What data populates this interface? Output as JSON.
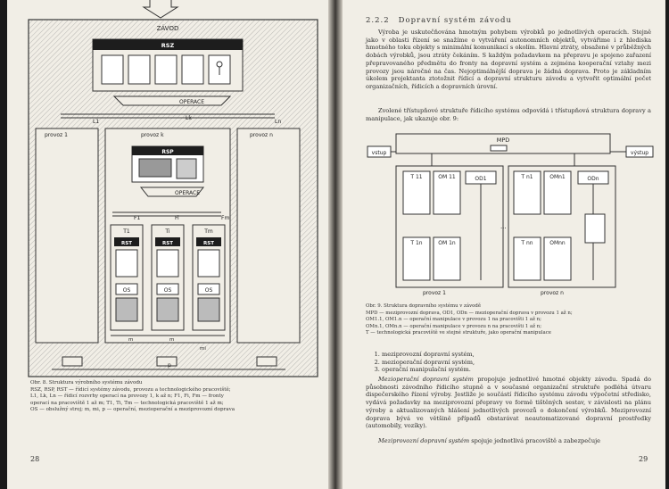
{
  "left_page": {
    "figure": {
      "title": "ZÁVOD",
      "rsz": "RSZ",
      "operace_top": "OPERACE",
      "l_labels": [
        "L1",
        "Lk",
        "Ln"
      ],
      "provoz_labels": [
        "provoz 1",
        "provoz  k",
        "provoz n"
      ],
      "rsp": "RSP",
      "operace_mid": "OPERACE",
      "f_labels": [
        "F1",
        "Fi",
        "Fm"
      ],
      "t_labels": [
        "T1",
        "Ti",
        "Tm"
      ],
      "rst": "RST",
      "os": "OS",
      "bottom_labels": [
        "m",
        "m",
        "mi",
        "p"
      ]
    },
    "caption_lines": [
      "Obr. 8. Struktura výrobního systému závodu",
      "RSZ, RSP, RST — řídicí systémy závodu, provozu a technologického pracoviště;",
      "L1, Lk, Ln — řídicí rozvrhy operací na provozy 1, k až n; F1, Fi, Fm — fronty",
      "operací na pracoviště 1 až m; T1, Ti, Tm — technologická pracoviště 1 až m;",
      "OS — obslužný stroj; m, mi, p — operační, mezioperační a meziprovozní doprava"
    ],
    "page_number": "28"
  },
  "right_page": {
    "section_number": "2.2.2",
    "section_title": "Dopravní systém závodu",
    "paragraphs": [
      "Výroba je uskutečňována hmotným pohybem výrobků po jednotlivých operacích. Stejně jako v oblasti řízení se snažíme o vytváření autonomních objektů, vytvářime i z hlediska hmotného toku objekty s minimální komunikací s okolím. Hlavní ztráty, obsažené v průběžných dobách výrobků, jsou ztráty čekáním. S každým požadavkem na přepravu je spojeno zařazení přepravovaného předmětu do fronty na dopravní systém a zejména kooperační vztahy mezi provozy jsou náročné na čas. Nejoptimálnější doprava je žádná doprava. Proto je základním úkolem projektanta ztotožnit řídicí a dopravní strukturu závodu a vytvořit optimální počet organizačních, řídicích a dopravních úrovní.",
      "Zvolené třístupňové struktuře řídicího systému odpovídá i třístupňová struktura dopravy a manipulace, jak ukazuje obr. 9:"
    ],
    "diagram": {
      "mpd": "MPD",
      "vstup": "vstup",
      "vystup": "výstup",
      "t_labels": [
        "T 11",
        "T 1n",
        "T n1",
        "T nn"
      ],
      "om_labels": [
        "OM 11",
        "OM 1n",
        "OMn1",
        "OMnn"
      ],
      "od_labels": [
        "OD1",
        "ODn"
      ],
      "ellipsis": "...",
      "provoz_labels": [
        "provoz 1",
        "provoz  n"
      ]
    },
    "caption_lines": [
      "Obr. 9. Struktura dopravního systému v závodě",
      "MPD — meziprovozní doprava, OD1, ODn — mezioperační doprava v provozu 1 až n;",
      "OM1.1, OM1.n — operační manipulace v provozu 1 na pracovišti 1 až n;",
      "OMn.1, OMn.n — operační manipulace v provozu n na pracovišti 1 až n;",
      "T — technologická pracoviště ve stejné struktuře, jako operační manipulace"
    ],
    "list": [
      "meziprovozní dopravní systém,",
      "mezioperační dopravní systém,",
      "operační manipulační systém."
    ],
    "para3_lead": "Mezioperační dopravní systém",
    "para3_rest": " propojuje jednotlivé hmotné objekty závodu. Spadá do působnosti závodního řídicího stupně a v současné organizační struktuře podléhá útvaru dispečerského řízení výroby. Jestliže je součástí řídicího systému závodu výpočetní středisko, vydává požadavky na meziprovozní přepravy ve formě tištěných sestav, v závislosti na plánu výroby a aktualizovaných hlášení jednotlivých provozů o dokončení výrobků. Meziprovozní doprava bývá ve většině případů obstarávat neautomatizované dopravní prostředky (automobily, vozíky).",
    "para4_lead": "Meziprovozní dopravní systém",
    "para4_rest": " spojuje jednotlivá pracoviště a zabezpečuje",
    "page_number": "29"
  }
}
